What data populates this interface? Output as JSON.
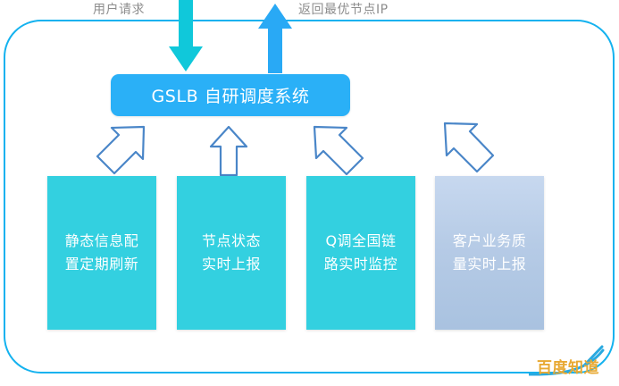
{
  "diagram": {
    "captions": [
      {
        "id": "user-request",
        "text": "用户请求"
      },
      {
        "id": "return-best-node-ip",
        "text": "返回最优节点IP"
      }
    ],
    "flow_arrows": [
      {
        "id": "request-in",
        "direction": "down",
        "color": "#10c8da"
      },
      {
        "id": "response-out",
        "direction": "up",
        "color": "#29a9f5"
      }
    ],
    "center_box": {
      "label": "GSLB 自研调度系统",
      "color": "#2ab0f7",
      "text_color": "#ffffff"
    },
    "feed_arrows": [
      {
        "id": "feed-arrow-1",
        "direction": "up-right",
        "stroke": "#4a86c8"
      },
      {
        "id": "feed-arrow-2",
        "direction": "up",
        "stroke": "#4a86c8"
      },
      {
        "id": "feed-arrow-3",
        "direction": "up-left",
        "stroke": "#4a86c8"
      },
      {
        "id": "feed-arrow-4",
        "direction": "up-left",
        "stroke": "#4a86c8"
      }
    ],
    "blocks": [
      {
        "id": "static-info-refresh",
        "label": "静态信息配\n置定期刷新",
        "color": "#33d0e0"
      },
      {
        "id": "node-status-report",
        "label": "节点状态\n实时上报",
        "color": "#33d0e0"
      },
      {
        "id": "nationwide-link-monitor",
        "label": "Q调全国链\n路实时监控",
        "color": "#33d0e0"
      },
      {
        "id": "customer-quality-report",
        "label": "客户业务质\n量实时上报",
        "color": "#b6cbe6"
      }
    ],
    "frame": {
      "border_color": "#14b2ef"
    },
    "watermark": {
      "text": "百度知道",
      "text_color": "#e8a933",
      "swoosh_color": "#29a9e0"
    }
  }
}
